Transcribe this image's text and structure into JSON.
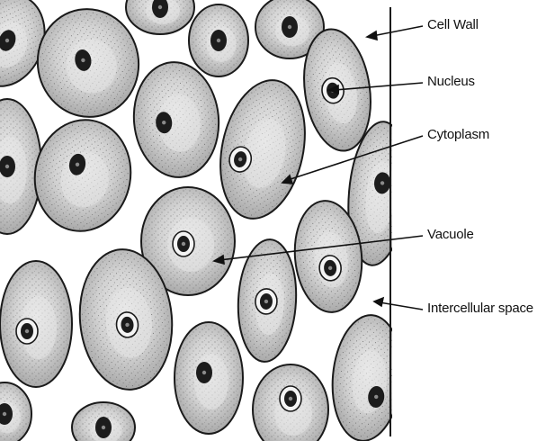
{
  "labels": {
    "cell_wall": "Cell Wall",
    "nucleus": "Nucleus",
    "cytoplasm": "Cytoplasm",
    "vacuole": "Vacuole",
    "intercellular_space": "Intercellular space"
  },
  "colors": {
    "outline": "#1a1a1a",
    "cell_fill": "#c4c4c4",
    "vacuole_fill": "#e6e6e6",
    "nucleus_fill": "#1c1c1c",
    "background": "#ffffff"
  }
}
